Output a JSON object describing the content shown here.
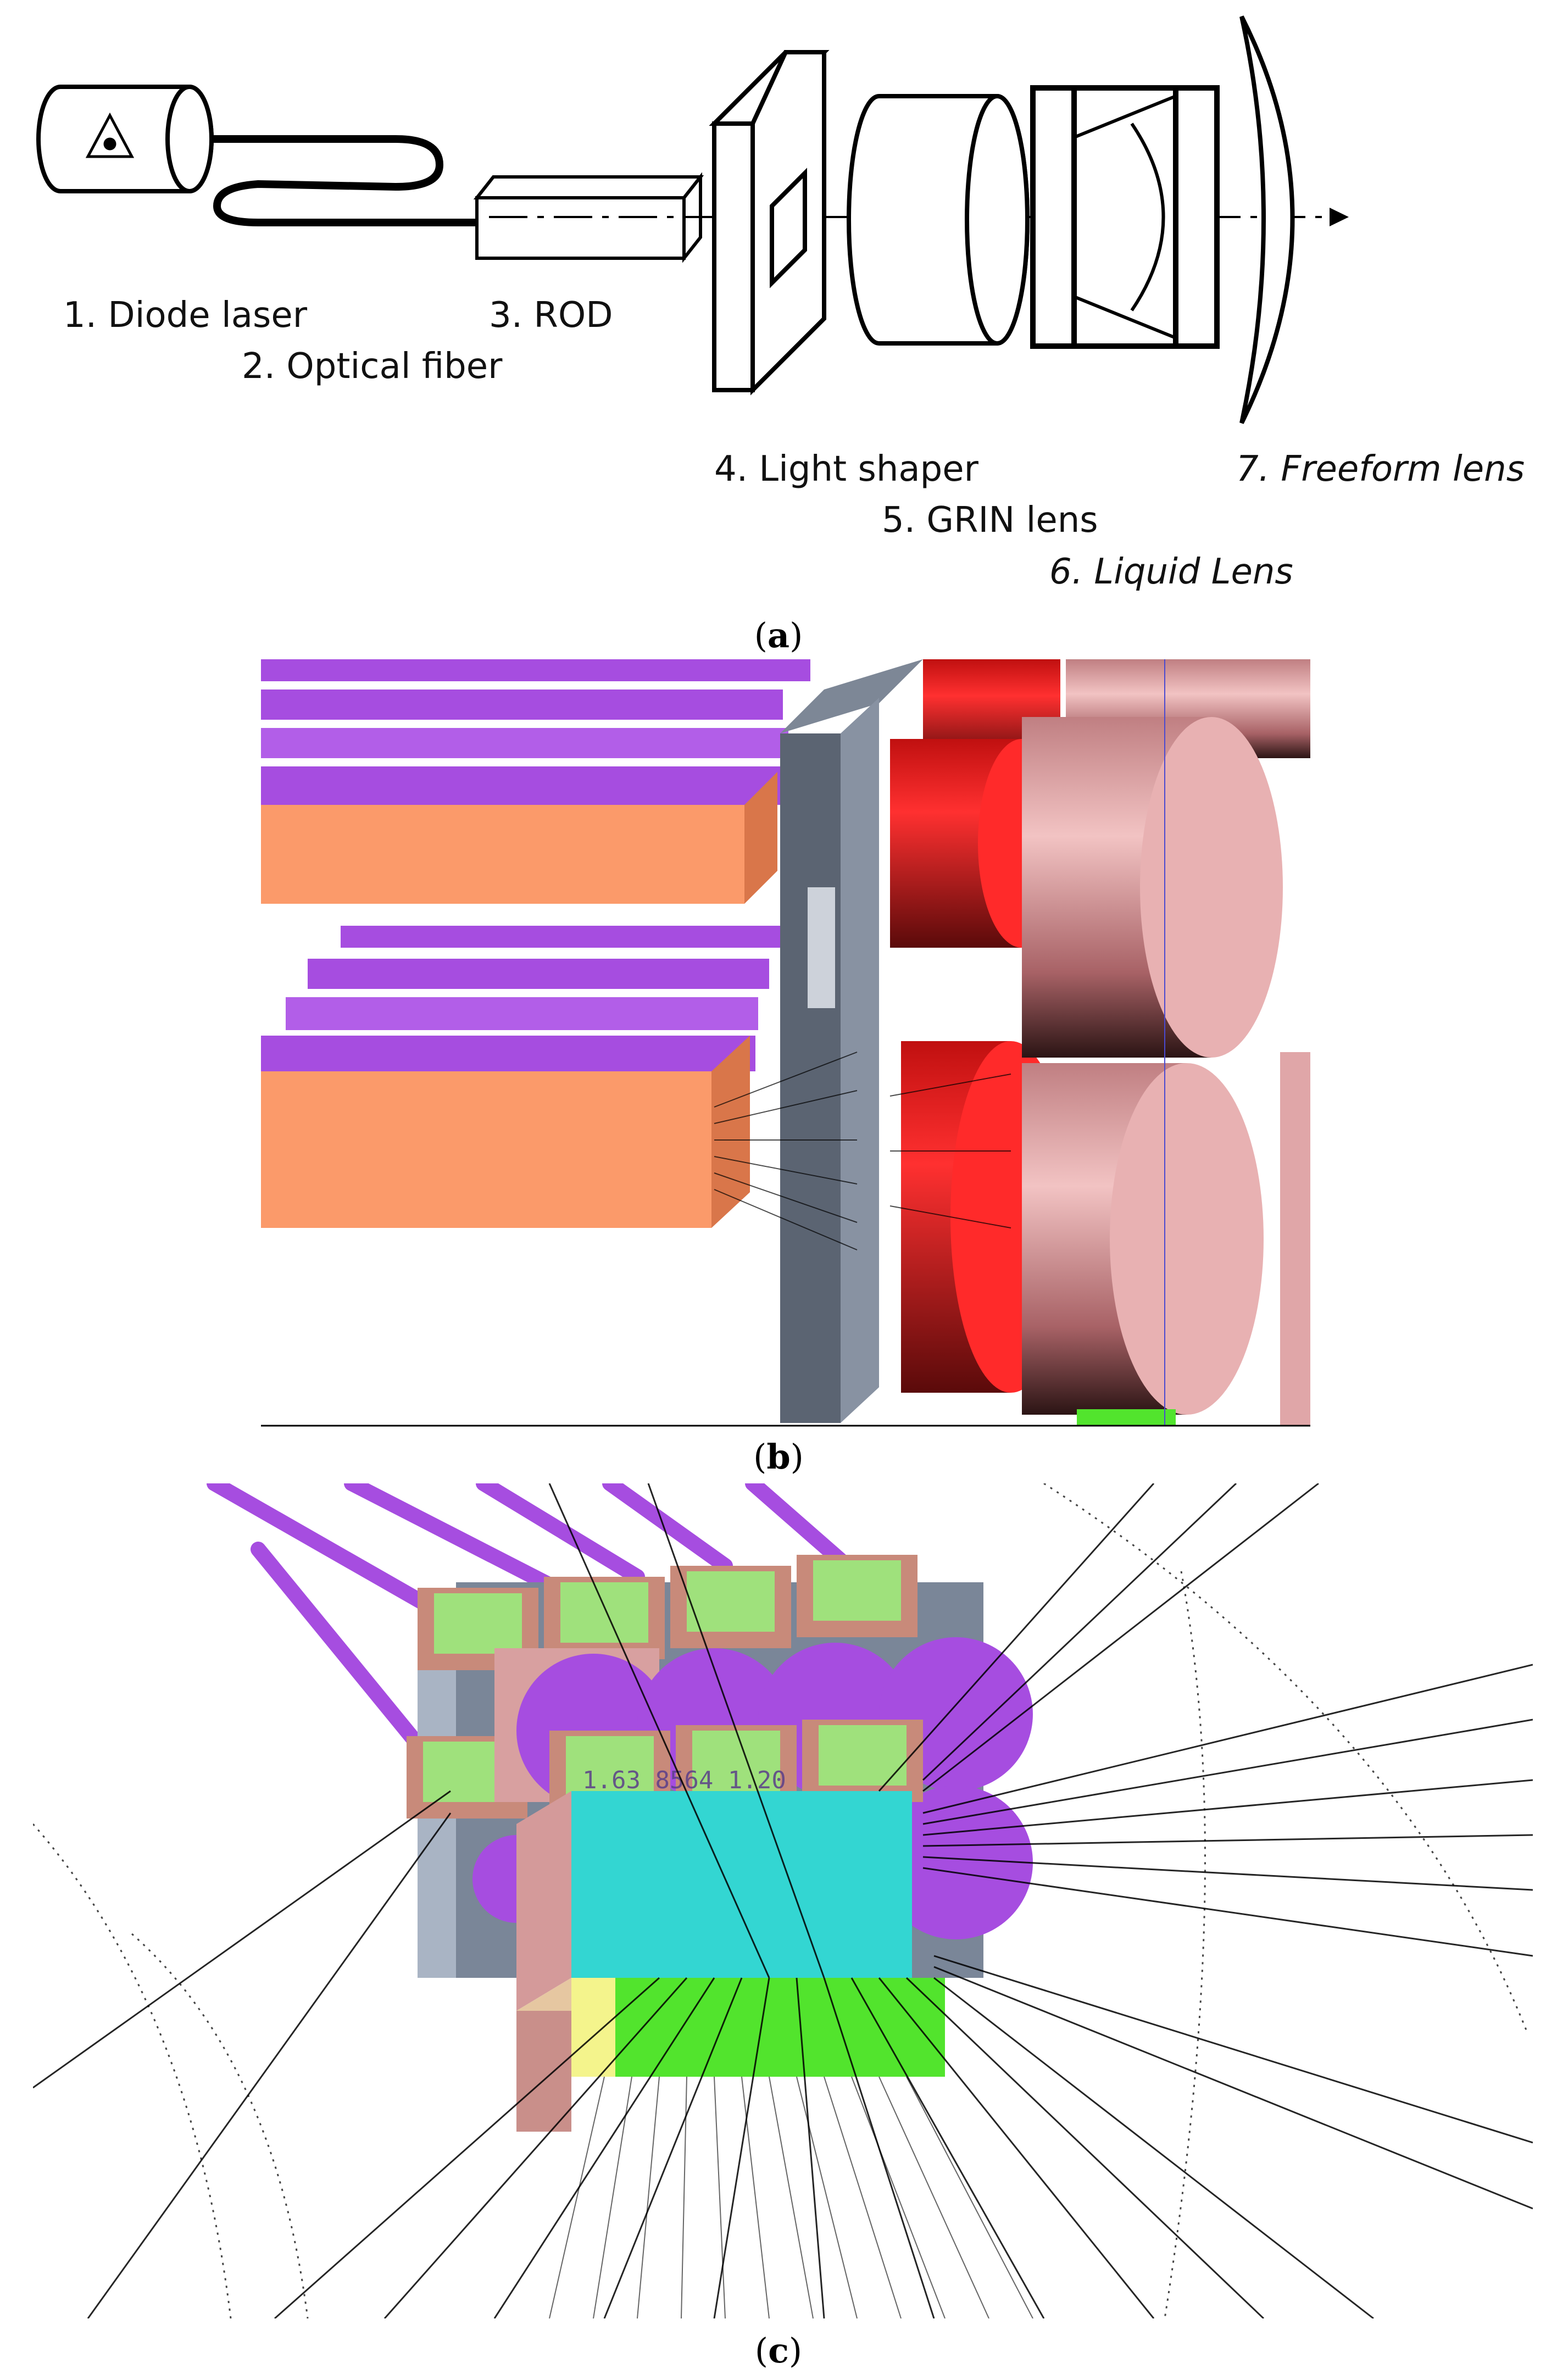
{
  "panel_a": {
    "labels": {
      "diode_laser": "1. Diode laser",
      "optical_fiber": "2. Optical fiber",
      "rod": "3. ROD",
      "light_shaper": "4. Light shaper",
      "grin_lens": "5. GRIN lens",
      "liquid_lens": "6. Liquid Lens",
      "freeform_lens": "7. Freeform lens"
    },
    "caption_open": "(",
    "caption_letter": "a",
    "caption_close": ")"
  },
  "panel_b": {
    "caption_open": "(",
    "caption_letter": "b",
    "caption_close": ")",
    "colors": {
      "laser_body": "#fb9a6a",
      "fiber": "#a64de0",
      "plate": "#5b6472",
      "grin": "#e81d1d",
      "lens": "#d49a9a"
    }
  },
  "panel_c": {
    "caption_open": "(",
    "caption_letter": "c",
    "caption_close": ")",
    "overlay_text": "1.63 8564 1.20",
    "colors": {
      "fiber": "#a64de0",
      "face": "#33d6d2",
      "green": "#52e42d",
      "plate": "#7a8698"
    }
  }
}
